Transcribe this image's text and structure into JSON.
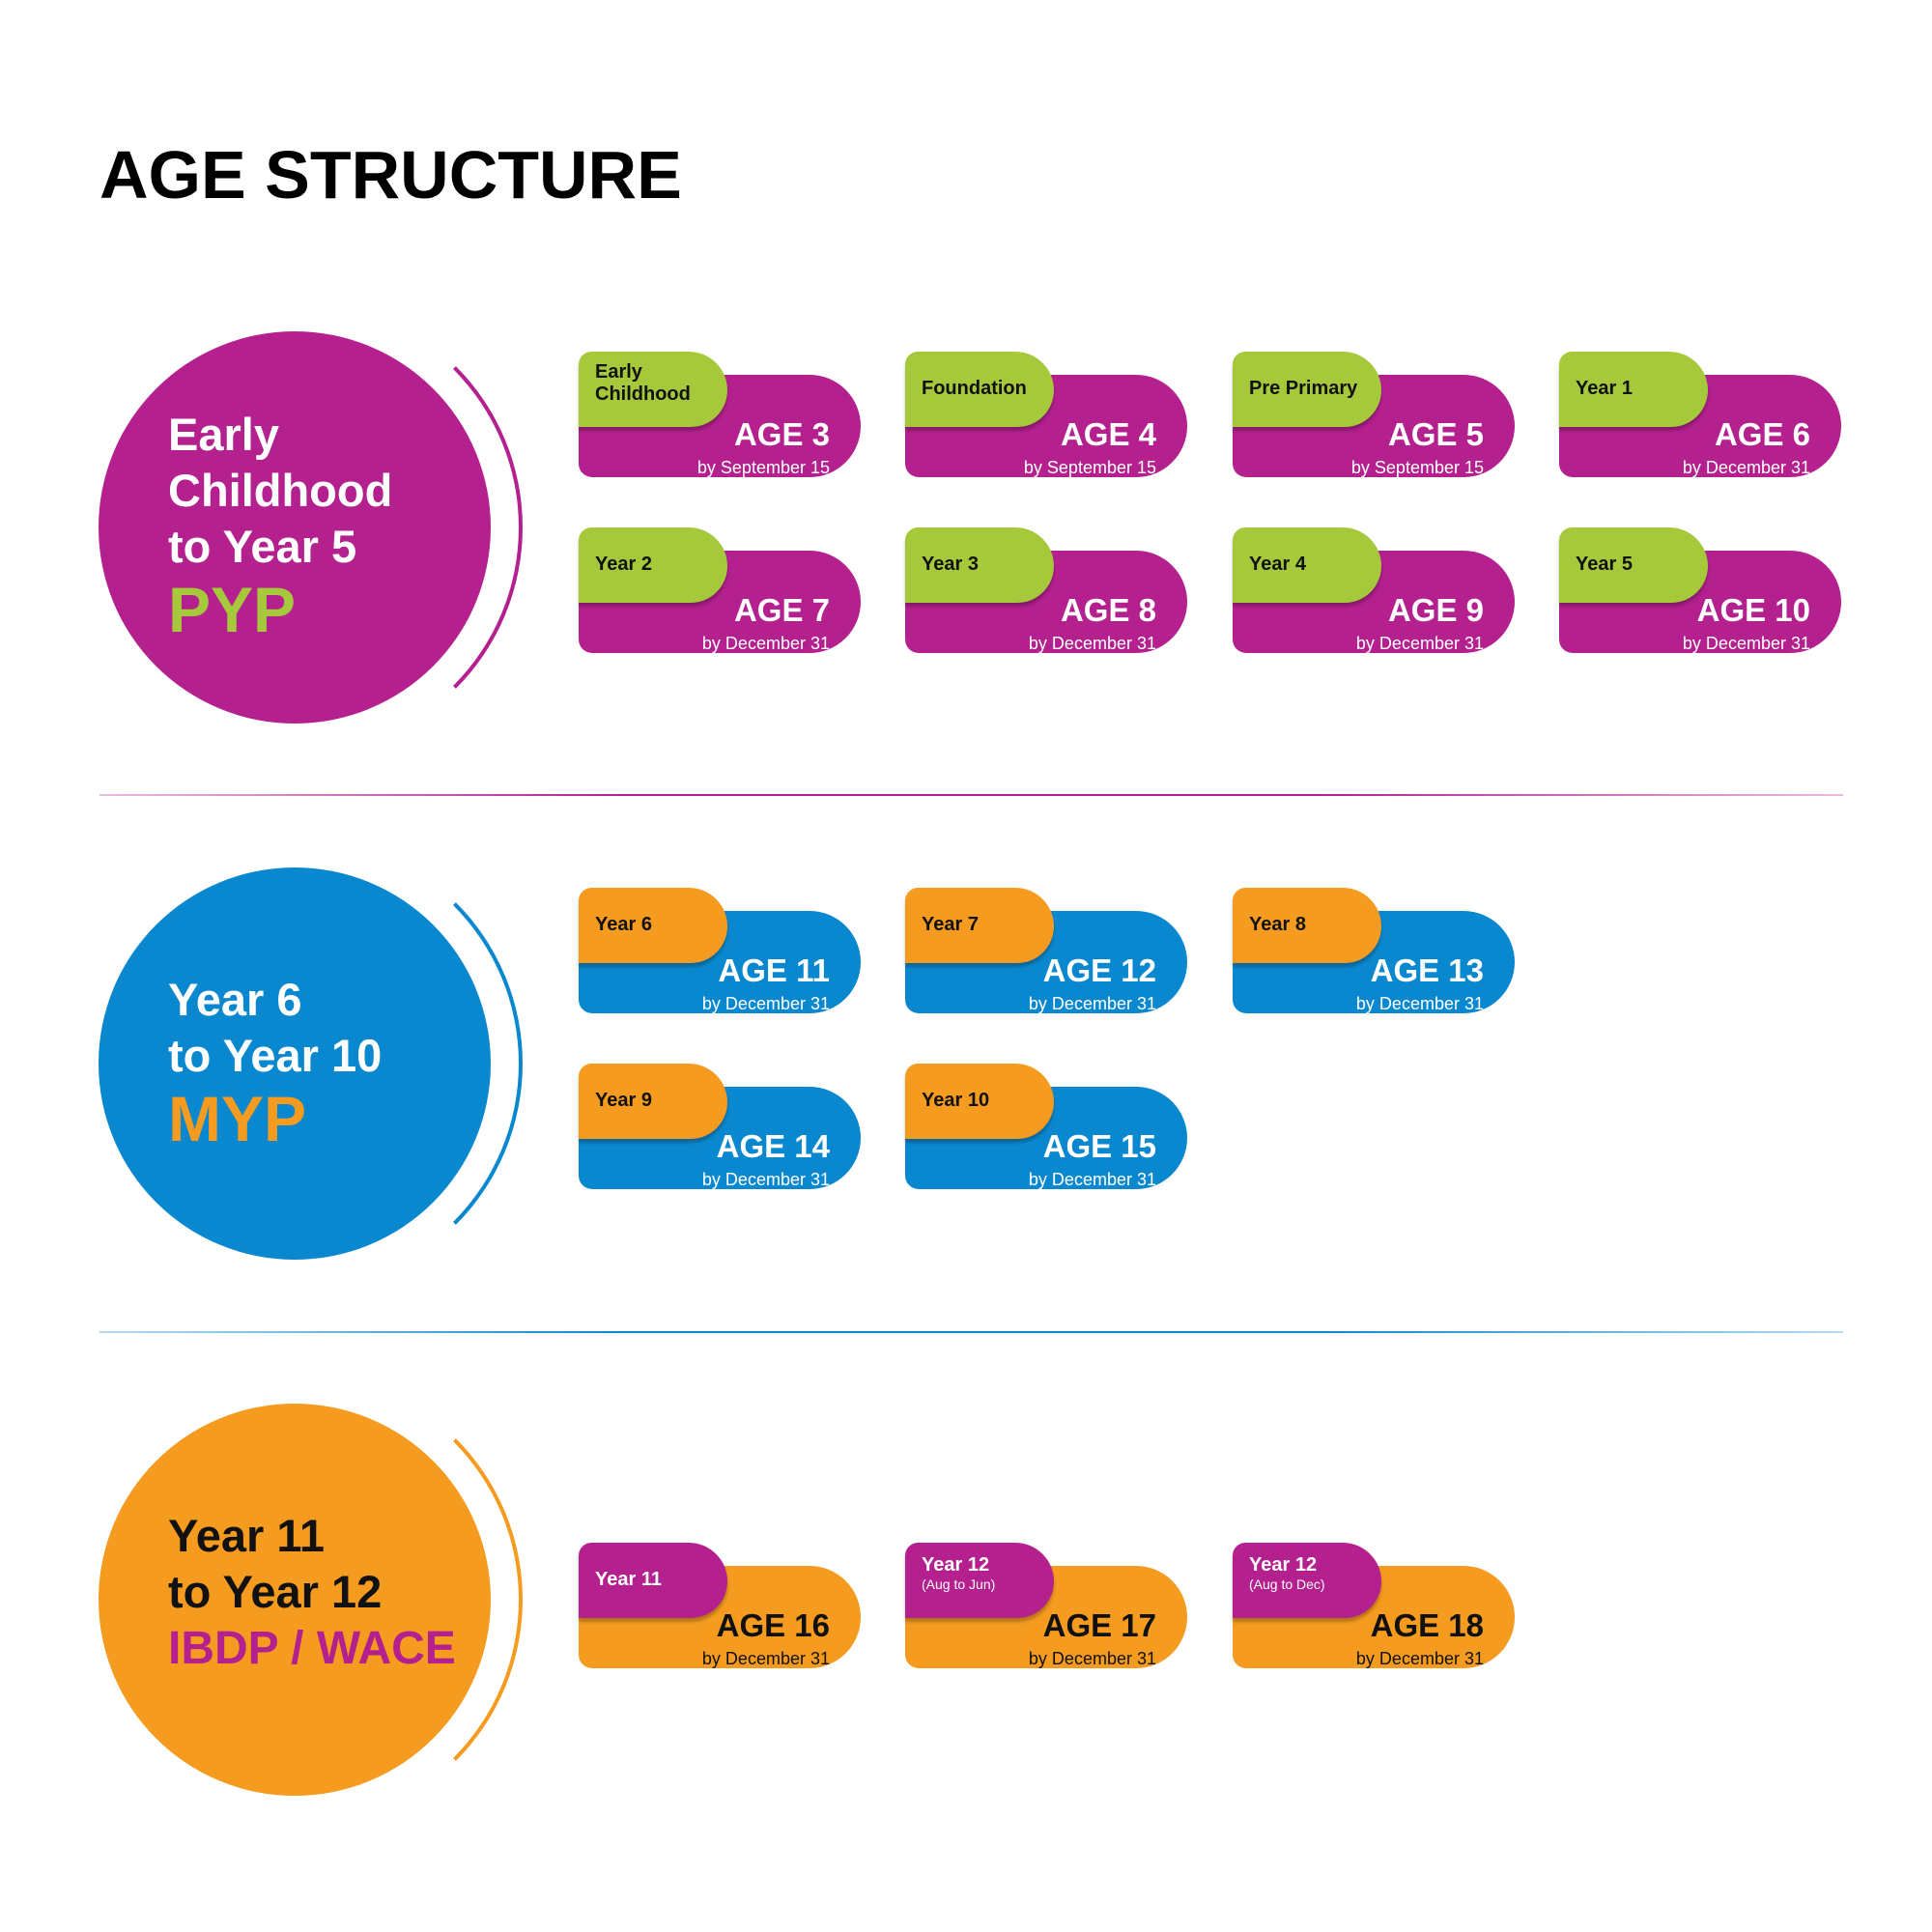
{
  "title": "AGE STRUCTURE",
  "colors": {
    "magenta": "#b5208f",
    "green": "#a5c93a",
    "blue": "#0a88cf",
    "orange": "#f59b1f"
  },
  "sections": [
    {
      "lines": [
        "Early",
        "Childhood",
        "to Year 5"
      ],
      "program": "PYP",
      "cards": [
        {
          "year": "Early Childhood",
          "age": "AGE 3",
          "by": "by September 15"
        },
        {
          "year": "Foundation",
          "age": "AGE 4",
          "by": "by September 15"
        },
        {
          "year": "Pre Primary",
          "age": "AGE 5",
          "by": "by September 15"
        },
        {
          "year": "Year 1",
          "age": "AGE 6",
          "by": "by December 31"
        },
        {
          "year": "Year 2",
          "age": "AGE 7",
          "by": "by December 31"
        },
        {
          "year": "Year 3",
          "age": "AGE 8",
          "by": "by December 31"
        },
        {
          "year": "Year 4",
          "age": "AGE 9",
          "by": "by December 31"
        },
        {
          "year": "Year 5",
          "age": "AGE 10",
          "by": "by December 31"
        }
      ]
    },
    {
      "lines": [
        "Year 6",
        "to Year 10"
      ],
      "program": "MYP",
      "cards": [
        {
          "year": "Year 6",
          "age": "AGE 11",
          "by": "by December 31"
        },
        {
          "year": "Year 7",
          "age": "AGE 12",
          "by": "by December 31"
        },
        {
          "year": "Year 8",
          "age": "AGE 13",
          "by": "by December 31"
        },
        {
          "year": "Year 9",
          "age": "AGE 14",
          "by": "by December 31"
        },
        {
          "year": "Year 10",
          "age": "AGE 15",
          "by": "by December 31"
        }
      ]
    },
    {
      "lines": [
        "Year 11",
        "to Year 12"
      ],
      "program": "IBDP / WACE",
      "cards": [
        {
          "year": "Year 11",
          "age": "AGE 16",
          "by": "by December 31"
        },
        {
          "year": "Year 12",
          "sub": "(Aug to Jun)",
          "age": "AGE 17",
          "by": "by December 31"
        },
        {
          "year": "Year 12",
          "sub": "(Aug to Dec)",
          "age": "AGE 18",
          "by": "by December 31"
        }
      ]
    }
  ]
}
